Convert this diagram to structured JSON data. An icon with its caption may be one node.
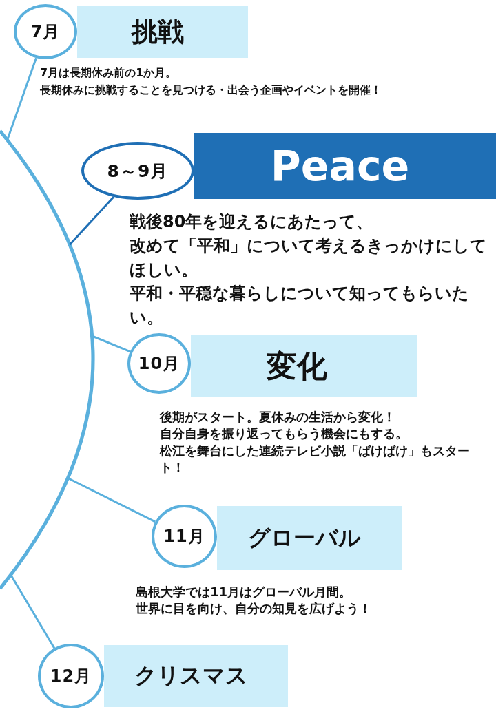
{
  "diagram": {
    "nodes": [
      {
        "text": [],
        "shape": "curve"
      },
      {
        "text": [
          "7月"
        ]
      },
      {
        "text": [
          "挑戦"
        ],
        "beside": [
          "7月は長期休み前の1か月。",
          "長期休みに挑戦することを見つける・出会う企画やイベントを開催！"
        ]
      },
      {
        "text": [
          "8～9月"
        ]
      },
      {
        "text": [
          "Peace"
        ],
        "beside": [
          "戦後80年を迎えるにあたって、",
          "改めて「平和」について考えるきっかけにしてほしい。",
          "平和・平穏な暮らしについて知ってもらいたい。"
        ]
      },
      {
        "text": [
          "10月"
        ]
      },
      {
        "text": [
          "変化"
        ],
        "beside": [
          "後期がスタート。夏休みの生活から変化！",
          "自分自身を振り返ってもらう機会にもする。",
          "松江を舞台にした連続テレビ小説「ばけばけ」もスタート！"
        ]
      },
      {
        "text": [
          "11月"
        ]
      },
      {
        "text": [
          "グローバル"
        ],
        "beside": [
          "島根大学では11月はグローバル月間。",
          "世界に目を向け、自分の知見を広げよう！"
        ]
      },
      {
        "text": [
          "12月"
        ]
      },
      {
        "text": [
          "クリスマス"
        ]
      }
    ],
    "edges": [
      {
        "from": 0,
        "to": 1,
        "arrow": "none"
      },
      {
        "from": 0,
        "to": 3,
        "arrow": "none",
        "color": "#1f6fb5"
      },
      {
        "from": 0,
        "to": 5,
        "arrow": "none"
      },
      {
        "from": 0,
        "to": 7,
        "arrow": "none"
      },
      {
        "from": 0,
        "to": 9,
        "arrow": "none"
      }
    ]
  }
}
